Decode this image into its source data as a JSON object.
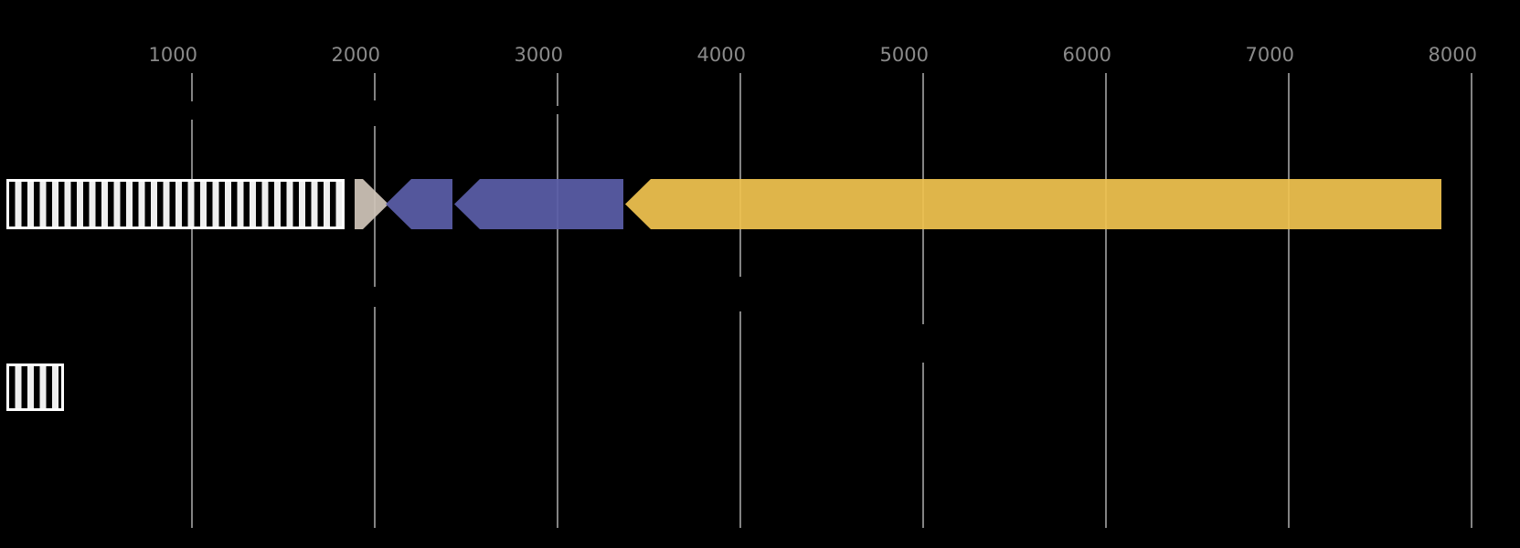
{
  "figure": {
    "background_color": "#000000",
    "gridline_color": "#838383",
    "tick_label_color": "#8a8a8a"
  },
  "chart_data": {
    "type": "gene-feature-map",
    "title": "",
    "xlabel": "",
    "ylabel": "",
    "x_axis": {
      "unit": "bp",
      "range": [
        0,
        8265
      ],
      "tick_values": [
        1000,
        2000,
        3000,
        4000,
        5000,
        6000,
        7000,
        8000
      ],
      "tick_labels": [
        "1000",
        "2000",
        "3000",
        "4000",
        "5000",
        "6000",
        "7000",
        "8000"
      ],
      "grid": true,
      "ticks_on_top": true
    },
    "tracks": [
      {
        "name": "track-1",
        "features": [
          {
            "kind": "hatched-box",
            "start": 0,
            "end": 1820,
            "strand": 0,
            "fill": "#efefef",
            "pattern": "vertical-stripes",
            "edge": "#ffffff"
          },
          {
            "kind": "arrow",
            "start": 1890,
            "end": 2075,
            "strand": 1,
            "fill": "#cfc4b8",
            "pattern": "solid"
          },
          {
            "kind": "arrow",
            "start": 2060,
            "end": 2425,
            "strand": -1,
            "fill": "#5a5ea8",
            "pattern": "solid"
          },
          {
            "kind": "arrow",
            "start": 2435,
            "end": 3360,
            "strand": -1,
            "fill": "#5a5ea8",
            "pattern": "solid"
          },
          {
            "kind": "arrow",
            "start": 3370,
            "end": 7835,
            "strand": -1,
            "fill": "#f0c350",
            "pattern": "solid"
          }
        ]
      },
      {
        "name": "track-2",
        "features": [
          {
            "kind": "hatched-box",
            "start": 0,
            "end": 285,
            "strand": 0,
            "fill": "#efefef",
            "pattern": "vertical-stripes",
            "edge": "#ffffff"
          }
        ]
      }
    ]
  }
}
